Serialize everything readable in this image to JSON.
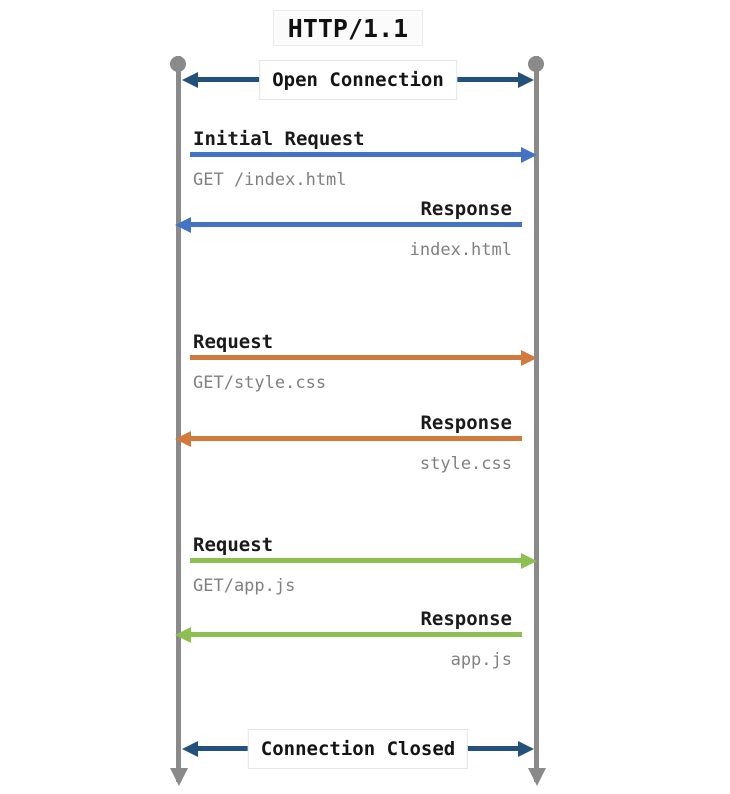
{
  "diagram": {
    "title": "HTTP/1.1",
    "type": "sequence-diagram",
    "background": "#ffffff",
    "lifeline_color": "#8a8a8a",
    "colors": {
      "navy": "#23517c",
      "blue": "#4472c4",
      "orange": "#d2793e",
      "green": "#8cc152",
      "sub_text": "#808080",
      "label_text": "#1a1a1a"
    },
    "connection_open": {
      "label": "Open Connection",
      "direction": "bidirectional",
      "color": "#23517c"
    },
    "connection_close": {
      "label": "Connection Closed",
      "direction": "bidirectional",
      "color": "#23517c"
    },
    "messages": [
      {
        "label": "Initial Request",
        "sub": "GET /index.html",
        "direction": "right",
        "color": "#4472c4",
        "align": "left"
      },
      {
        "label": "Response",
        "sub": "index.html",
        "direction": "left",
        "color": "#4472c4",
        "align": "right"
      },
      {
        "label": "Request",
        "sub": "GET/style.css",
        "direction": "right",
        "color": "#d2793e",
        "align": "left"
      },
      {
        "label": "Response",
        "sub": "style.css",
        "direction": "left",
        "color": "#d2793e",
        "align": "right"
      },
      {
        "label": "Request",
        "sub": "GET/app.js",
        "direction": "right",
        "color": "#8cc152",
        "align": "left"
      },
      {
        "label": "Response",
        "sub": "app.js",
        "direction": "left",
        "color": "#8cc152",
        "align": "right"
      }
    ]
  }
}
